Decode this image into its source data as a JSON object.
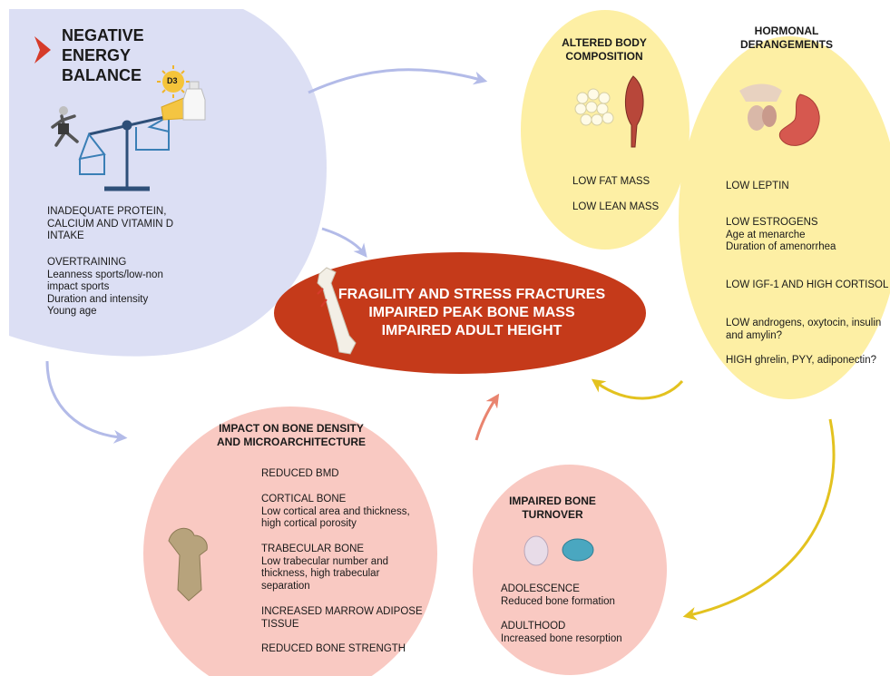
{
  "negative_energy": {
    "title": "NEGATIVE\nENERGY\nBALANCE",
    "vitamin_badge": "D3",
    "intake": "INADEQUATE PROTEIN,\nCALCIUM AND VITAMIN D\nINTAKE",
    "overtraining": "OVERTRAINING\nLeanness sports/low-non\nimpact sports\nDuration and intensity\nYoung age"
  },
  "body_composition": {
    "title": "ALTERED BODY\nCOMPOSITION",
    "items": [
      "LOW FAT MASS",
      "LOW LEAN MASS"
    ]
  },
  "hormonal": {
    "title": "HORMONAL\nDERANGEMENTS",
    "leptin": "LOW LEPTIN",
    "estrogens": "LOW ESTROGENS\nAge at menarche\nDuration of amenorrhea",
    "igf": "LOW IGF-1 AND HIGH CORTISOL",
    "androgens": "LOW androgens, oxytocin, insulin\nand amylin?",
    "ghrelin": "HIGH ghrelin, PYY, adiponectin?"
  },
  "outcome": {
    "text": "FRAGILITY AND STRESS FRACTURES\nIMPAIRED PEAK BONE MASS\nIMPAIRED ADULT HEIGHT"
  },
  "bone_density": {
    "title": "IMPACT ON BONE DENSITY\nAND MICROARCHITECTURE",
    "bmd": "REDUCED BMD",
    "cortical": "CORTICAL BONE\nLow cortical area and thickness,\nhigh cortical porosity",
    "trabecular": "TRABECULAR BONE\nLow trabecular number and\nthickness, high trabecular\nseparation",
    "marrow": "INCREASED MARROW ADIPOSE\nTISSUE",
    "strength": "REDUCED BONE STRENGTH"
  },
  "bone_turnover": {
    "title": "IMPAIRED BONE\nTURNOVER",
    "adolescence": "ADOLESCENCE\nReduced bone formation",
    "adulthood": "ADULTHOOD\nIncreased bone resorption"
  },
  "colors": {
    "energy_fill": "#dcdff4",
    "yellow_fill": "#fdefa4",
    "pink_fill": "#f9c9c2",
    "outcome_fill": "#c53a1a",
    "arrow_blue": "#b3bbe8",
    "arrow_yellow": "#e3c21f",
    "arrow_salmon": "#e9846f",
    "chevron_red": "#d63b2a"
  }
}
